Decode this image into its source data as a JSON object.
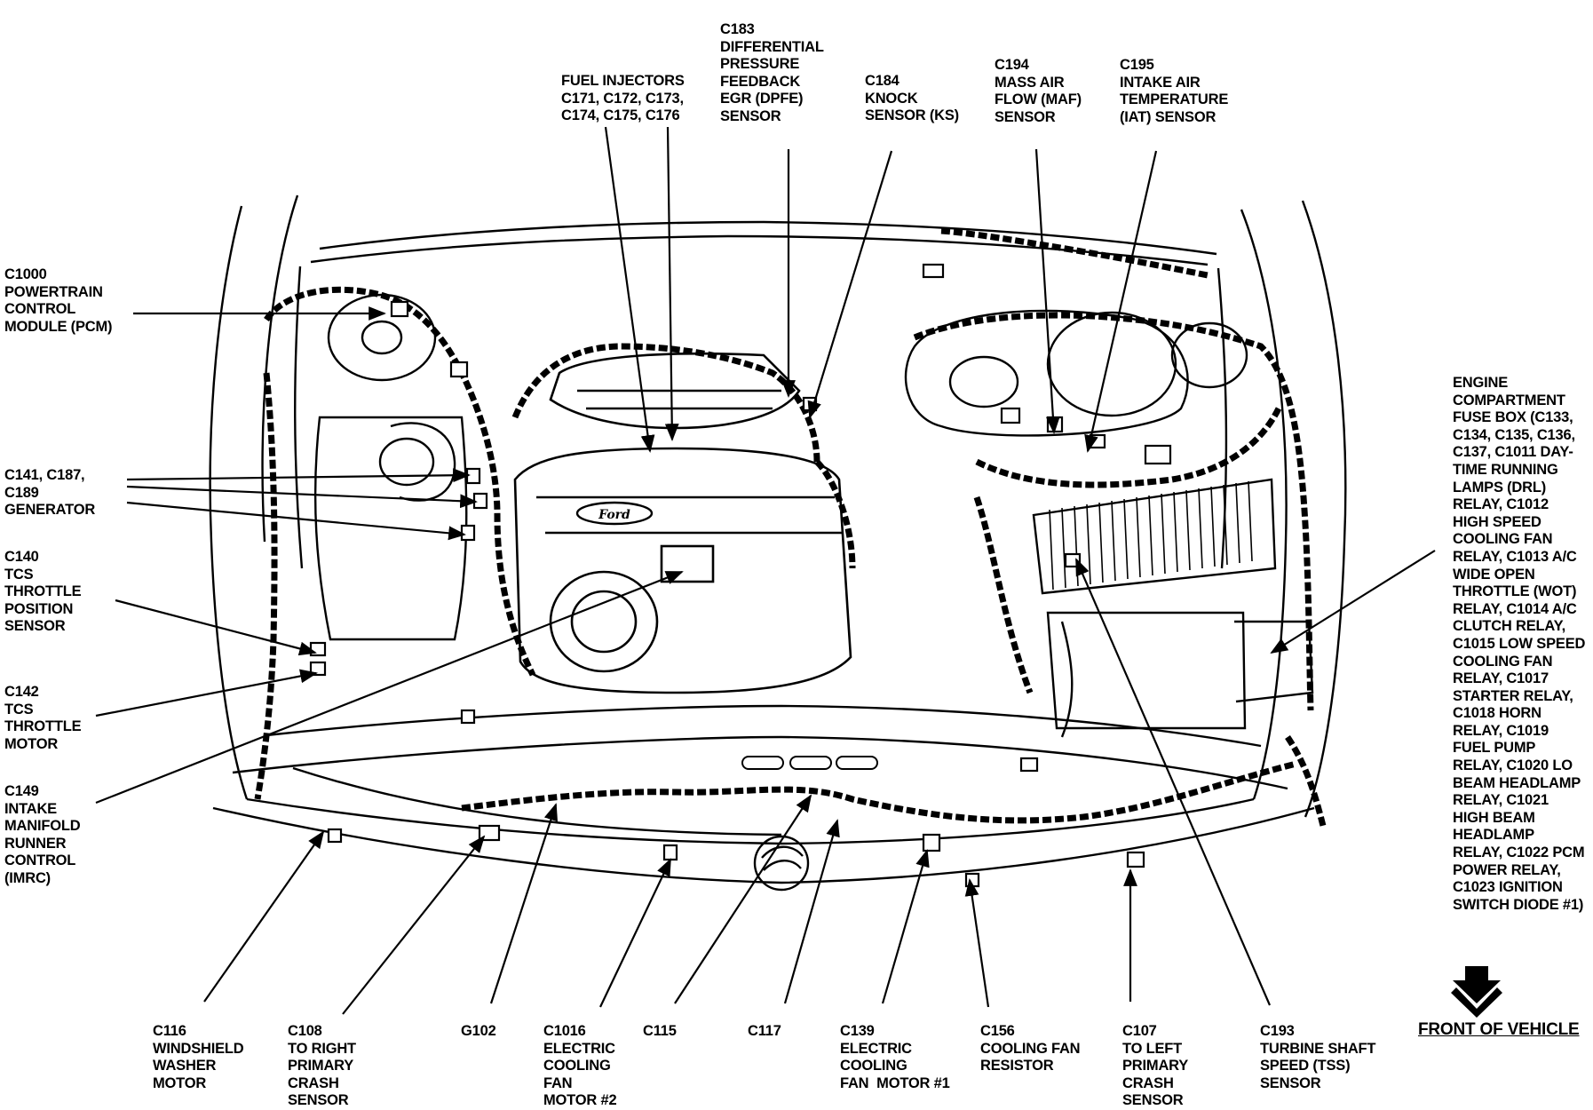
{
  "labels": {
    "fuel_injectors": [
      "FUEL INJECTORS",
      "C171, C172, C173,",
      "C174, C175, C176"
    ],
    "c183": [
      "C183",
      "DIFFERENTIAL",
      "PRESSURE",
      "FEEDBACK",
      "EGR (DPFE)",
      "SENSOR"
    ],
    "c184": [
      "C184",
      "KNOCK",
      "SENSOR (KS)"
    ],
    "c194": [
      "C194",
      "MASS AIR",
      "FLOW (MAF)",
      "SENSOR"
    ],
    "c195": [
      "C195",
      "INTAKE AIR",
      "TEMPERATURE",
      "(IAT) SENSOR"
    ],
    "c1000": [
      "C1000",
      "POWERTRAIN",
      "CONTROL",
      "MODULE (PCM)"
    ],
    "c141": [
      "C141, C187,",
      "C189",
      "GENERATOR"
    ],
    "c140": [
      "C140",
      "TCS",
      "THROTTLE",
      "POSITION",
      "SENSOR"
    ],
    "c142": [
      "C142",
      "TCS",
      "THROTTLE",
      "MOTOR"
    ],
    "c149": [
      "C149",
      "INTAKE",
      "MANIFOLD",
      "RUNNER",
      "CONTROL",
      "(IMRC)"
    ],
    "fuse_box": [
      "ENGINE",
      "COMPARTMENT",
      "FUSE BOX (C133,",
      "C134, C135, C136,",
      "C137, C1011 DAY-",
      "TIME RUNNING",
      "LAMPS (DRL)",
      "RELAY, C1012",
      "HIGH SPEED",
      "COOLING FAN",
      "RELAY, C1013 A/C",
      "WIDE OPEN",
      "THROTTLE (WOT)",
      "RELAY, C1014 A/C",
      "CLUTCH RELAY,",
      "C1015 LOW SPEED",
      "COOLING FAN",
      "RELAY, C1017",
      "STARTER RELAY,",
      "C1018 HORN",
      "RELAY, C1019",
      "FUEL PUMP",
      "RELAY, C1020 LO",
      "BEAM HEADLAMP",
      "RELAY, C1021",
      "HIGH BEAM",
      "HEADLAMP",
      "RELAY, C1022 PCM",
      "POWER RELAY,",
      "C1023 IGNITION",
      "SWITCH DIODE #1)"
    ],
    "c116": [
      "C116",
      "WINDSHIELD",
      "WASHER",
      "MOTOR"
    ],
    "c108": [
      "C108",
      "TO RIGHT",
      "PRIMARY",
      "CRASH",
      "SENSOR"
    ],
    "g102": [
      "G102"
    ],
    "c1016": [
      "C1016",
      "ELECTRIC",
      "COOLING",
      "FAN",
      "MOTOR #2"
    ],
    "c115": [
      "C115"
    ],
    "c117": [
      "C117"
    ],
    "c139": [
      "C139",
      "ELECTRIC",
      "COOLING",
      "FAN  MOTOR #1"
    ],
    "c156": [
      "C156",
      "COOLING FAN",
      "RESISTOR"
    ],
    "c107": [
      "C107",
      "TO LEFT",
      "PRIMARY",
      "CRASH",
      "SENSOR"
    ],
    "c193": [
      "C193",
      "TURBINE SHAFT",
      "SPEED (TSS)",
      "SENSOR"
    ],
    "front_of_vehicle": [
      "FRONT OF VEHICLE"
    ]
  },
  "badge_text": "Ford",
  "colors": {
    "ink": "#000000",
    "paper": "#ffffff"
  }
}
